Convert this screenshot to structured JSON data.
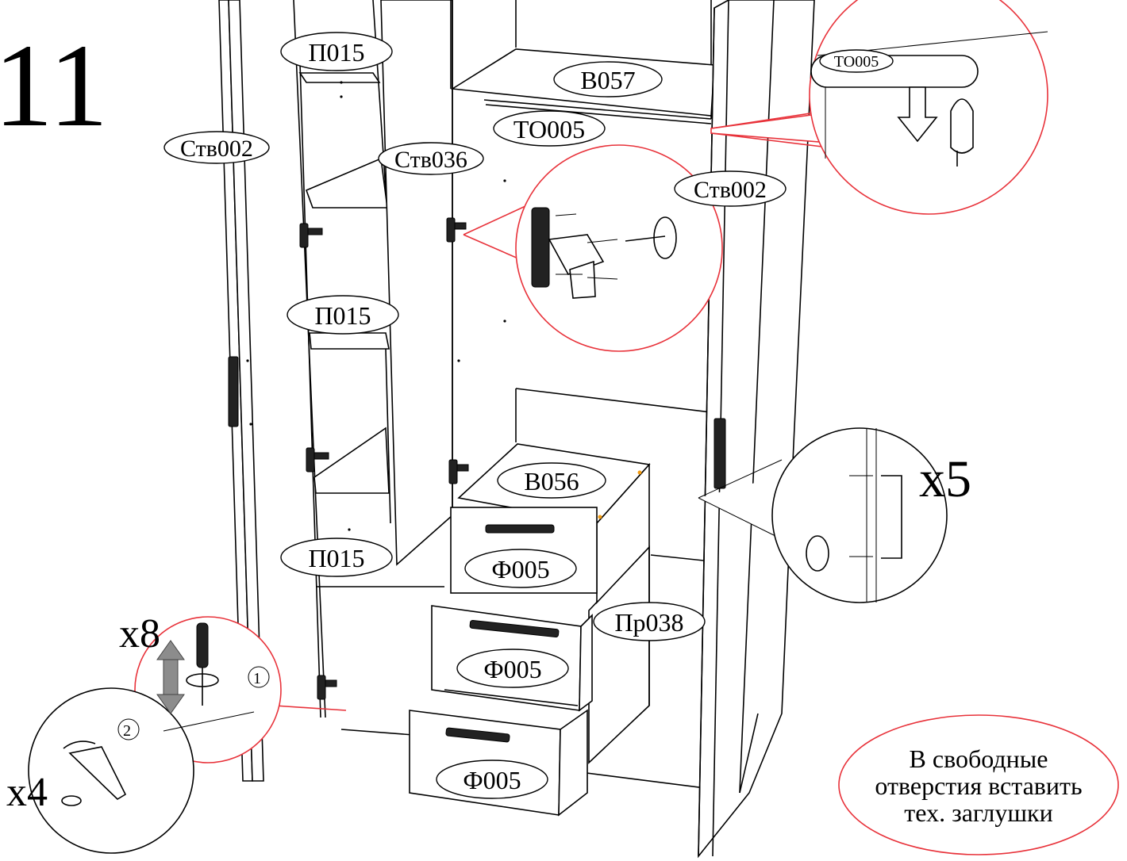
{
  "step_number": "11",
  "part_labels": {
    "shelf_top_left": "П015",
    "shelf_mid_left": "П015",
    "shelf_low_left": "П015",
    "door_left": "Ств002",
    "door_middle": "Ств036",
    "door_right": "Ств002",
    "top_shelf": "В057",
    "rail_main": "ТО005",
    "rail_callout": "ТО005",
    "cabinet_top": "В056",
    "drawer_front_1": "Ф005",
    "drawer_front_2": "Ф005",
    "drawer_front_3": "Ф005",
    "partition": "Пр038"
  },
  "callouts": {
    "screw_count": "x8",
    "hammer_count": "x4",
    "handle_count": "x5",
    "step_1": "1",
    "step_2": "2"
  },
  "note": {
    "line1": "В свободные",
    "line2": "отверстия вставить",
    "line3": "тех. заглушки"
  },
  "colors": {
    "callout_outline": "#e8323a",
    "drawing": "#000000",
    "arrow_grey": "#8c8c8c",
    "marker_orange": "#f39c12"
  }
}
